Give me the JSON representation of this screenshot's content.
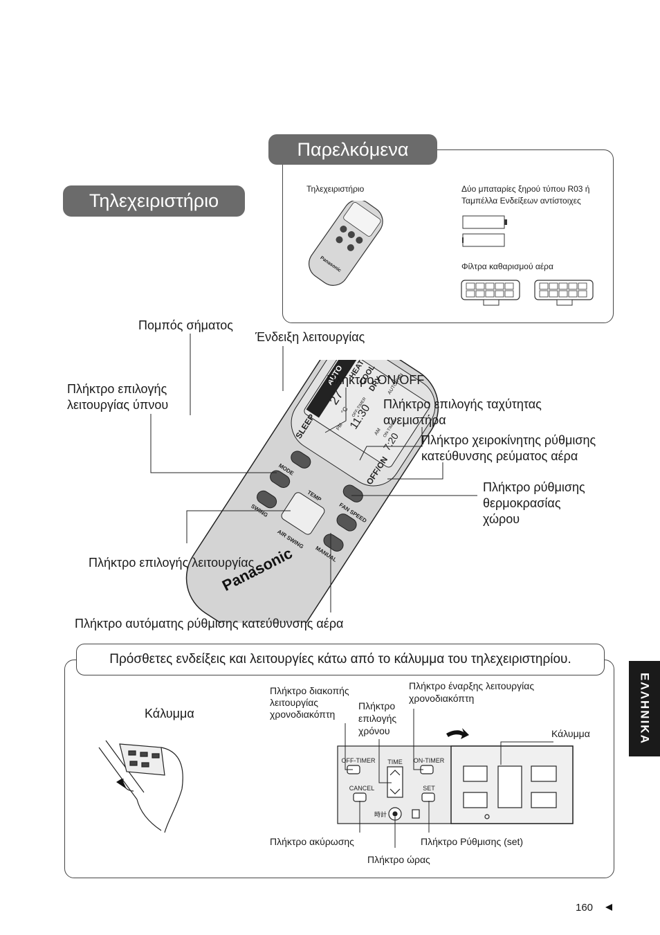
{
  "headings": {
    "accessories": "Παρελκόμενα",
    "remote": "Τηλεχειριστήριο",
    "extra": "Πρόσθετες ενδείξεις και λειτουργίες κάτω από το κάλυμμα του τηλεχειριστηρίου."
  },
  "accessories": {
    "remote_label": "Τηλεχειριστήριο",
    "batteries_line1": "Δύο μπαταρίες ξηρού τύπου R03 ή",
    "batteries_line2": "Ταμπέλλα Ενδείξεων αντίστοιχες",
    "filters_label": "Φίλτρα καθαρισμού αέρα"
  },
  "remote_callouts": {
    "transmitter": "Πομπός σήματος",
    "indicator": "Ένδειξη λειτουργίας",
    "sleep_line1": "Πλήκτρο επιλογής",
    "sleep_line2": "λειτουργίας ύπνου",
    "onoff": "Πλήκτρο ON/OFF",
    "fan_line1": "Πλήκτρο επιλογής ταχύτητας",
    "fan_line2": "ανεμιστήρα",
    "manual_line1": "Πλήκτρο χειροκίνητης ρύθμισης",
    "manual_line2": "κατεύθυνσης ρεύματος αέρα",
    "temp_line1": "Πλήκτρο ρύθμισης",
    "temp_line2": "θερμοκρασίας",
    "temp_line3": "χώρου",
    "mode": "Πλήκτρο επιλογής λειτουργίας",
    "swing": "Πλήκτρο αυτόματης ρύθμισης κατεύθυνσης αέρα"
  },
  "remote_face": {
    "auto": "AUTO",
    "heat": "HEAT",
    "cool": "COOL",
    "dry": "DRY",
    "auto_fan": "AUTO FAN",
    "temp_value": "27",
    "unit": "°C",
    "off_timer": "OFF-TIMER",
    "on_timer": "ON-TIMER",
    "am": "AM",
    "pm": "PM",
    "clock": "11:30",
    "on_time": "7:20",
    "sleep": "SLEEP",
    "offon": "OFF/ON",
    "fan_speed": "FAN SPEED",
    "temp": "TEMP",
    "manual": "MANUAL",
    "mode": "MODE",
    "swing": "SWING",
    "air_swing": "AIR SWING",
    "brand": "Panasonic"
  },
  "cover_section": {
    "cover_left": "Κάλυμμα",
    "cover_right": "Κάλυμμα",
    "offtimer_line1": "Πλήκτρο διακοπής",
    "offtimer_line2": "λειτουργίας",
    "offtimer_line3": "χρονοδιακόπτη",
    "time_line1": "Πλήκτρο",
    "time_line2": "επιλογής",
    "time_line3": "χρόνου",
    "ontimer_line1": "Πλήκτρο έναρξης λειτουργίας",
    "ontimer_line2": "χρονοδιακόπτη",
    "cancel_label": "Πλήκτρο ακύρωσης",
    "set_label": "Πλήκτρο Ρύθμισης (set)",
    "clock_label": "Πλήκτρο ώρας",
    "btn_offtimer": "OFF-TIMER",
    "btn_time": "TIME",
    "btn_ontimer": "ON-TIMER",
    "btn_cancel": "CANCEL",
    "btn_set": "SET",
    "btn_clock": "時計"
  },
  "side_tab": "ΕΛΛΗΝΙΚΑ",
  "page_number": "160",
  "colors": {
    "pill": "#6b6b6b",
    "remote_body": "#d4d4d4",
    "tab": "#1a1a1a"
  }
}
